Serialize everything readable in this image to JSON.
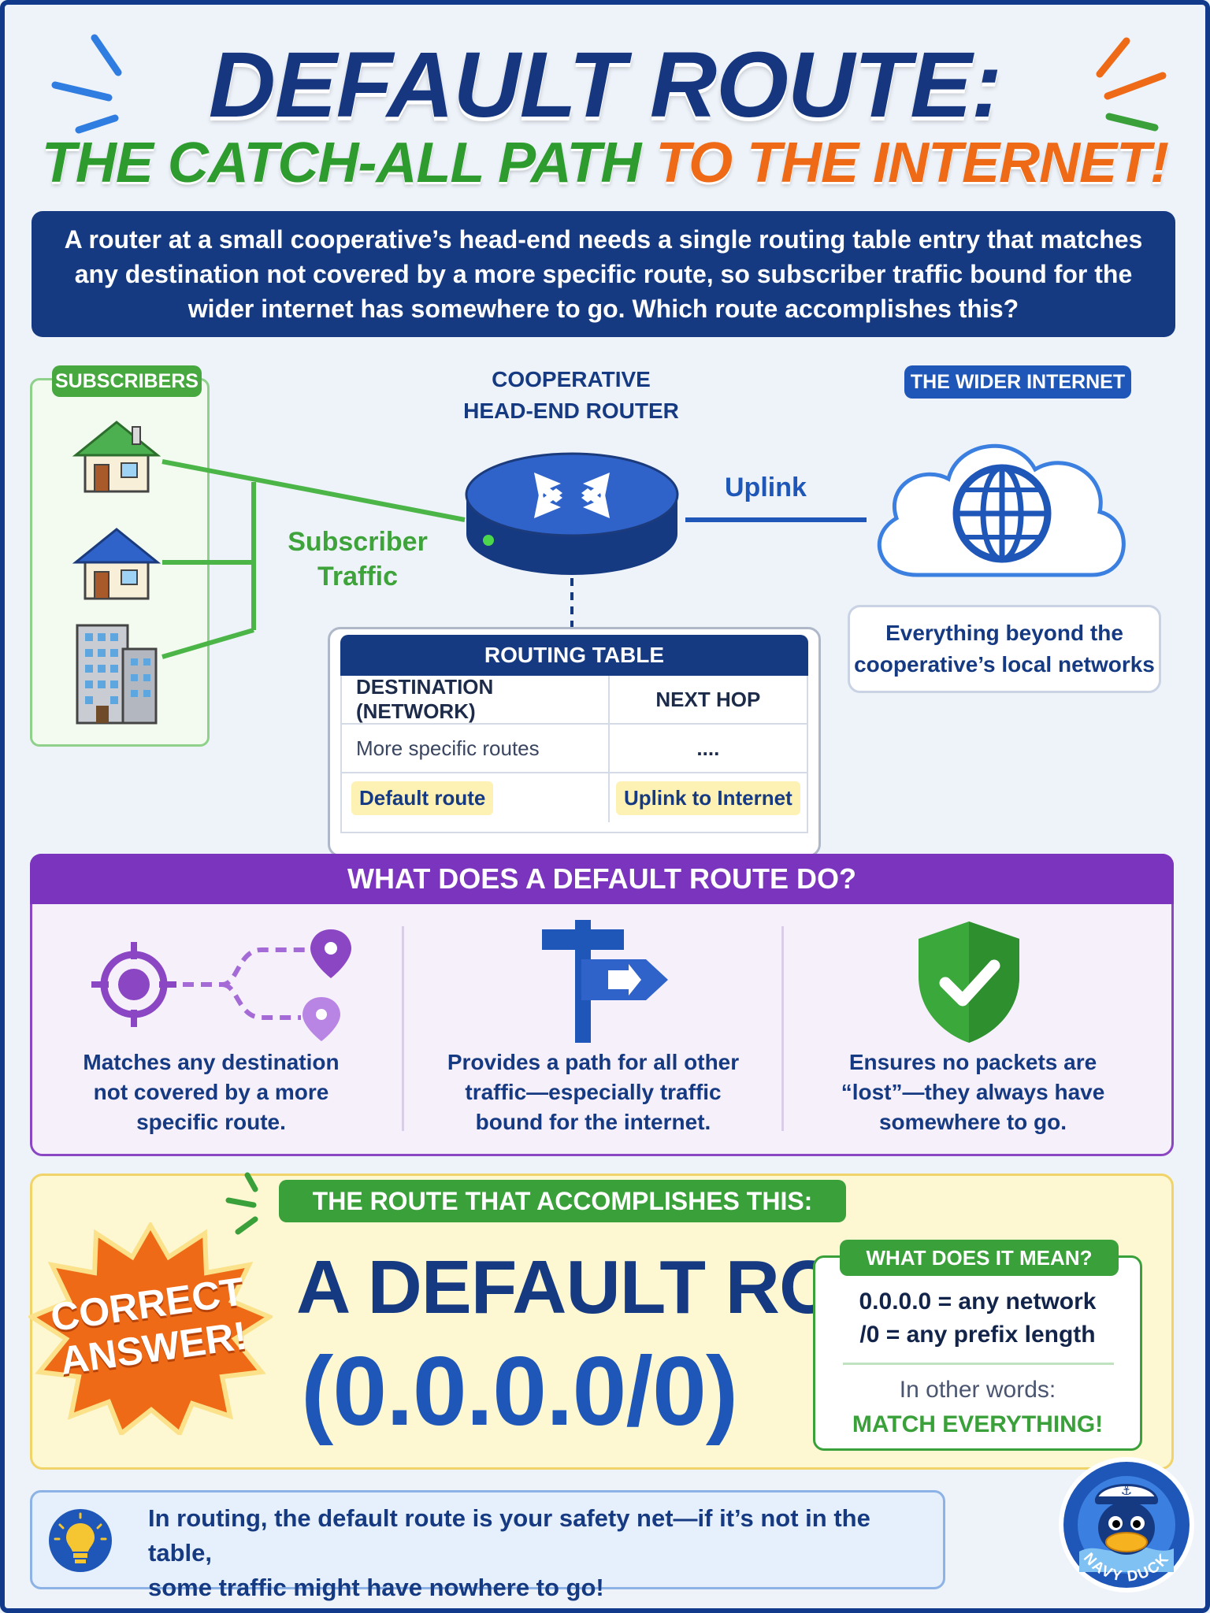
{
  "title": {
    "line1": "DEFAULT ROUTE:",
    "line2_part1": "THE CATCH-ALL PATH",
    "line2_part2": "TO THE INTERNET!"
  },
  "question": "A router at a small cooperative’s head-end needs a single routing table entry that matches any destination not covered by a more specific route, so subscriber traffic bound for the wider internet has somewhere to go. Which route accomplishes this?",
  "diagram": {
    "subscribers_label": "SUBSCRIBERS",
    "router_label_line1": "COOPERATIVE",
    "router_label_line2": "HEAD-END ROUTER",
    "wider_internet_label": "THE WIDER INTERNET",
    "subscriber_traffic_line1": "Subscriber",
    "subscriber_traffic_line2": "Traffic",
    "uplink_label": "Uplink",
    "cloud_caption_line1": "Everything beyond the",
    "cloud_caption_line2": "cooperative’s local networks"
  },
  "routing_table": {
    "title": "ROUTING TABLE",
    "headers": [
      "DESTINATION (NETWORK)",
      "NEXT HOP"
    ],
    "rows": [
      [
        "More specific routes",
        "...."
      ],
      [
        "Default route",
        "Uplink to Internet"
      ]
    ]
  },
  "what_it_does": {
    "heading": "WHAT DOES A DEFAULT ROUTE DO?",
    "items": [
      {
        "line1": "Matches any destination",
        "line2": "not covered by a more",
        "line3": "specific route."
      },
      {
        "line1": "Provides a path for all other",
        "line2": "traffic—especially traffic",
        "line3": "bound for the internet."
      },
      {
        "line1": "Ensures no packets are",
        "line2": "“lost”—they always have",
        "line3": "somewhere to go."
      }
    ]
  },
  "answer": {
    "label": "THE ROUTE THAT ACCOMPLISHES THIS:",
    "badge_line1": "CORRECT",
    "badge_line2": "ANSWER!",
    "line1": "A DEFAULT ROUTE",
    "line2": "(0.0.0.0/0)",
    "meaning_label": "WHAT DOES IT MEAN?",
    "meaning_line1": "0.0.0.0 = any network",
    "meaning_line2": "/0 = any prefix length",
    "other_words": "In other words:",
    "match_everything": "MATCH EVERYTHING!"
  },
  "tip": {
    "line1": "In routing, the default route is your safety net—if it’s not in the table,",
    "line2": "some traffic might have nowhere to go!"
  },
  "mascot": {
    "text": "NAVY DUCK"
  },
  "colors": {
    "navy": "#163a82",
    "green": "#3aa03a",
    "orange": "#ef6a16",
    "purple": "#7a34be",
    "blue": "#1f57b8",
    "yellow_bg": "#fdf7d2"
  }
}
